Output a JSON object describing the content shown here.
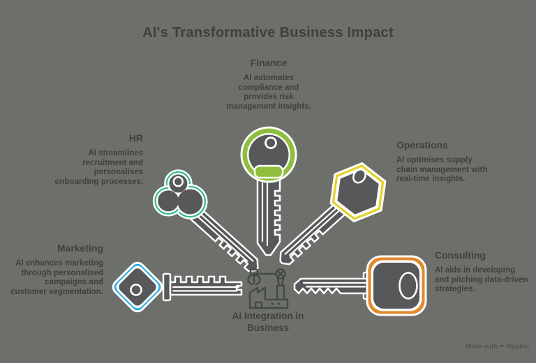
{
  "title": "AI's Transformative Business Impact",
  "colors": {
    "background": "#6D6F6A",
    "text": "#3E4236",
    "key_body": "#57585A",
    "key_outline": "#FFFFFF",
    "center_icon_stroke": "#454A3E"
  },
  "sections": {
    "finance": {
      "heading": "Finance",
      "description": "AI automates\ncompliance and\nprovides risk\nmanagement insights.",
      "accent": "#8FBE3C",
      "icon": "key-round-head"
    },
    "hr": {
      "heading": "HR",
      "description": "AI streamlines\nrecruitment and\npersonalises\nonboarding processes.",
      "accent": "#35BE8D",
      "icon": "key-clover-head"
    },
    "operations": {
      "heading": "Operations",
      "description": "AI optimises supply\nchain management with\nreal-time insights.",
      "accent": "#E4D32B",
      "icon": "key-hexagon-head"
    },
    "marketing": {
      "heading": "Marketing",
      "description": "AI enhances marketing\nthrough personalised\ncampaigns and\ncustomer segmentation.",
      "accent": "#2AA8E0",
      "icon": "key-diamond-head"
    },
    "consulting": {
      "heading": "Consulting",
      "description": "AI aids in developing\nand pitching data-driven\nstrategies.",
      "accent": "#E1892D",
      "icon": "key-rounded-square-head"
    }
  },
  "center": {
    "label": "AI Integration in\nBusiness",
    "icon": "factory-robot-arm"
  },
  "watermark": "Made with ✒ Napkin"
}
